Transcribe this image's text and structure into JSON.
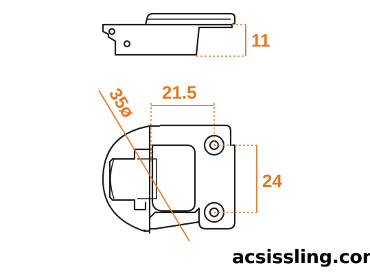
{
  "dimensions": {
    "height_side": "11",
    "width_top": "21.5",
    "height_front": "24",
    "cup_diameter": "35ø"
  },
  "brand": {
    "text": "acsissling.com"
  },
  "colors": {
    "outline": "#231f20",
    "dimension": "#e87722",
    "background": "#ffffff"
  }
}
